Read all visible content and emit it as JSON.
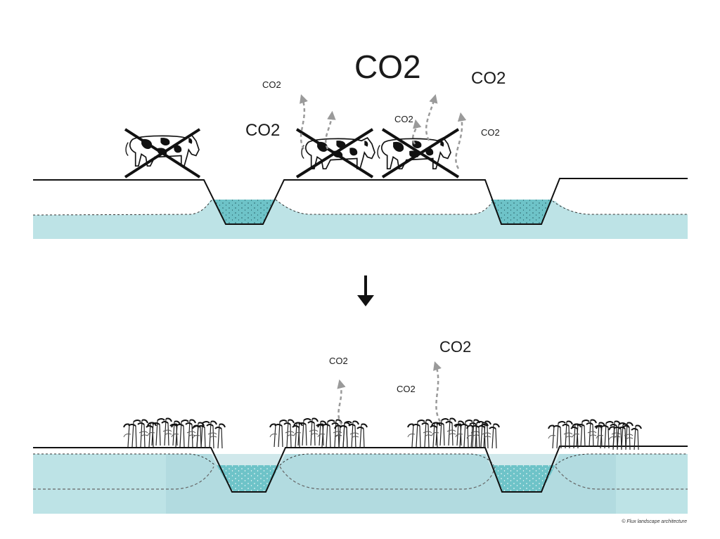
{
  "colors": {
    "water_dark": "#6ec3c8",
    "water_light": "#bde3e6",
    "ground_line": "#111111",
    "arrow_gray": "#9a9a9a",
    "cross": "#111111"
  },
  "top_panel": {
    "labels": {
      "big": "CO2",
      "medium_left": "CO2",
      "medium_right": "CO2",
      "small_1": "CO2",
      "small_2": "CO2",
      "small_3": "CO2"
    },
    "crossed_cows": 3
  },
  "transition_arrow": "down-arrow-icon",
  "bottom_panel": {
    "labels": {
      "medium": "CO2",
      "small_1": "CO2",
      "small_2": "CO2"
    },
    "reed_beds": 4
  },
  "credit": "© Flux landscape architecture"
}
